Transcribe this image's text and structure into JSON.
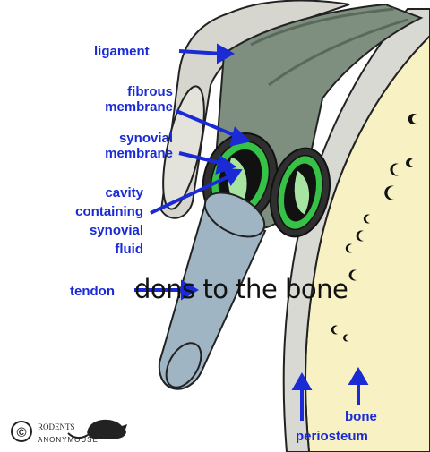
{
  "labels": {
    "ligament": "ligament",
    "fibrous": [
      "fibrous",
      "membrane"
    ],
    "synovial": [
      "synovial",
      "membrane"
    ],
    "cavity": [
      "cavity",
      "containing",
      "synovial",
      "fluid"
    ],
    "tendon": "tendon",
    "bone": "bone",
    "periosteum": "periosteum"
  },
  "overlay_text": "dons to the bone",
  "credit": {
    "copyright_symbol": "©",
    "line1": "RODENTS",
    "line2": "ANONYMOUSE"
  },
  "colors": {
    "label_blue": "#1a2bd6",
    "ligament_fill": "#d6d6cf",
    "sheath_fill": "#7f8f7f",
    "synovial_green": "#36c246",
    "tendon_fill": "#9fb5c4",
    "bone_fill": "#f7f1c4"
  }
}
